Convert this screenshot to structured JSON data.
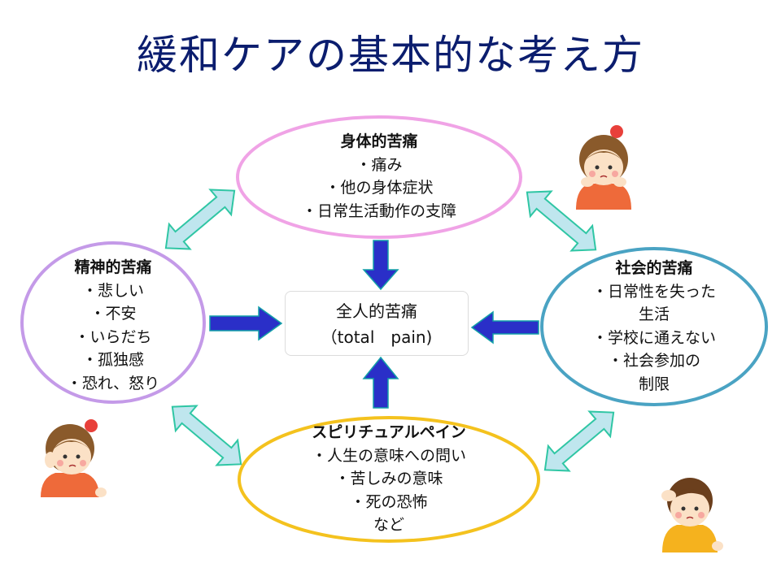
{
  "title": "緩和ケアの基本的な考え方",
  "center": {
    "line1": "全人的苦痛",
    "line2": "（total　pain)"
  },
  "physical": {
    "heading": "身体的苦痛",
    "items": [
      "・痛み",
      "・他の身体症状",
      "・日常生活動作の支障"
    ],
    "color": "#f0a3e6"
  },
  "mental": {
    "heading": "精神的苦痛",
    "items": [
      "・悲しい",
      "・不安",
      "・いらだち",
      "・孤独感",
      "・恐れ、怒り"
    ],
    "color": "#c49ae8"
  },
  "social": {
    "heading": "社会的苦痛",
    "items": [
      "・日常性を失った",
      "生活",
      "・学校に通えない",
      "・社会参加の",
      "制限"
    ],
    "color": "#4aa3c3"
  },
  "spiritual": {
    "heading": "スピリチュアルペイン",
    "items": [
      "・人生の意味への問い",
      "・苦しみの意味",
      "・死の恐怖",
      "など"
    ],
    "color": "#f4c21e"
  },
  "colors": {
    "title": "#0b1d6e",
    "arrow_inward": "#2a2fc8",
    "arrow_inward_edge": "#13a0a8",
    "arrow_double_fill": "#bfe6ee",
    "arrow_double_edge": "#2fc6a4"
  },
  "icons": [
    "worried-girl-top-right-icon",
    "worried-girl-bottom-left-icon",
    "worried-boy-bottom-right-icon"
  ]
}
